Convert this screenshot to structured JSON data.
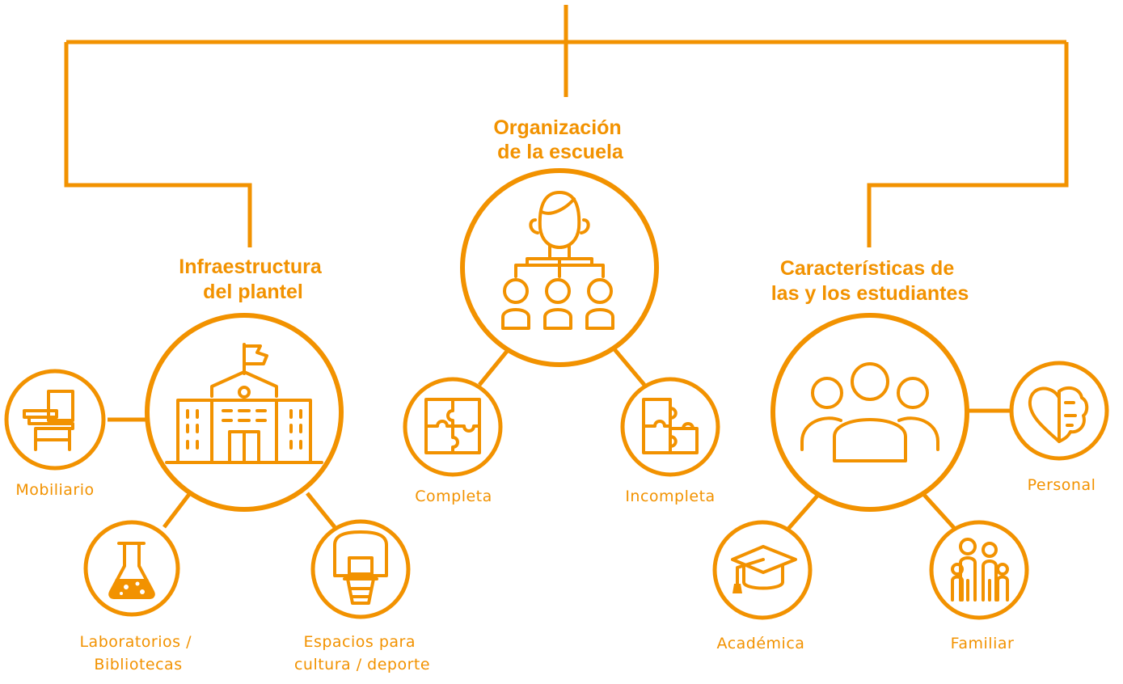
{
  "colors": {
    "accent": "#f29200",
    "background": "#ffffff"
  },
  "categories": {
    "organizacion": {
      "title_lines": [
        "Organización",
        "de la escuela"
      ],
      "icon": "hierarchy-people-icon",
      "children": [
        {
          "label_lines": [
            "Completa"
          ],
          "icon": "puzzle-complete-icon"
        },
        {
          "label_lines": [
            "Incompleta"
          ],
          "icon": "puzzle-incomplete-icon"
        }
      ]
    },
    "infraestructura": {
      "title_lines": [
        "Infraestructura",
        "del plantel"
      ],
      "icon": "school-building-icon",
      "children": [
        {
          "label_lines": [
            "Mobiliario"
          ],
          "icon": "school-desk-icon"
        },
        {
          "label_lines": [
            "Laboratorios /",
            "Bibliotecas"
          ],
          "icon": "flask-icon"
        },
        {
          "label_lines": [
            "Espacios para",
            "cultura / deporte"
          ],
          "icon": "basketball-hoop-icon"
        }
      ]
    },
    "caracteristicas": {
      "title_lines": [
        "Características de",
        "las y los estudiantes"
      ],
      "icon": "student-group-icon",
      "children": [
        {
          "label_lines": [
            "Personal"
          ],
          "icon": "heart-brain-icon"
        },
        {
          "label_lines": [
            "Académica"
          ],
          "icon": "graduation-cap-icon"
        },
        {
          "label_lines": [
            "Familiar"
          ],
          "icon": "family-icon"
        }
      ]
    }
  }
}
